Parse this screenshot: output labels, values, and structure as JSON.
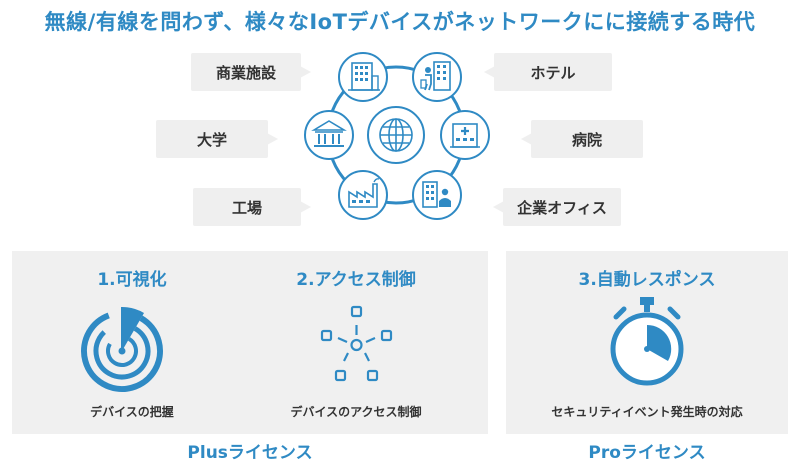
{
  "title": "無線/有線を問わず、様々なIoTデバイスがネットワークにに接続する時代",
  "hub": {
    "bubbles": {
      "commercial": "商業施設",
      "university": "大学",
      "factory": "工場",
      "hotel": "ホテル",
      "hospital": "病院",
      "office": "企業オフィス"
    }
  },
  "features": [
    {
      "title": "1.可視化",
      "caption": "デバイスの把握"
    },
    {
      "title": "2.アクセス制御",
      "caption": "デバイスのアクセス制御"
    },
    {
      "title": "3.自動レスポンス",
      "caption": "セキュリティイベント発生時の対応"
    }
  ],
  "licenses": {
    "plus": "Plusライセンス",
    "pro": "Proライセンス"
  },
  "colors": {
    "accent": "#2f8ac4",
    "panel": "#f0f0f0",
    "bubble": "#efefef",
    "ring": "#2f8ac4"
  }
}
